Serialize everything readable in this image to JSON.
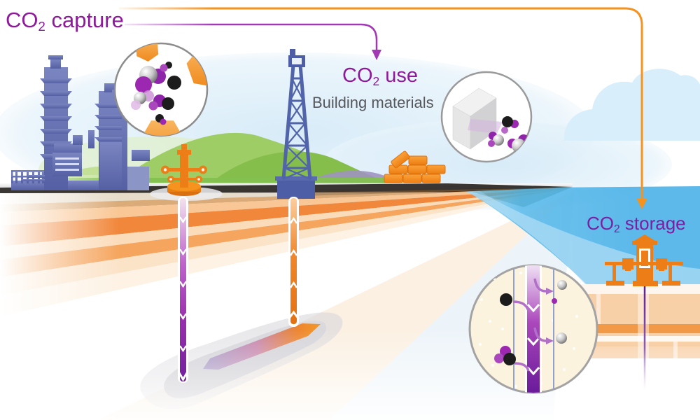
{
  "labels": {
    "capture": {
      "formula": "CO",
      "subscript": "2",
      "text": " capture"
    },
    "use": {
      "formula": "CO",
      "subscript": "2",
      "text": " use"
    },
    "use_caption": "Building materials",
    "storage": {
      "formula": "CO",
      "subscript": "2",
      "text": " storage"
    }
  },
  "colors": {
    "heading_purple": "#8E1A9B",
    "caption_gray": "#56575B",
    "flow_purple_arrow": "#A238B4",
    "flow_orange_arrow": "#F6921E",
    "structure_blue": "#5E6DB3",
    "water_blue": "#58B9EA",
    "hill_green": "#8FC453",
    "strata_orange": "#F1873B",
    "seafloor_tan": "#F8D0A8",
    "inset_cream": "#FBF3DE",
    "co2_purple": "#9C27B0",
    "co2_black": "#1C1C1C",
    "equipment_orange": "#ED7D17"
  },
  "icons": {
    "capture_inset": "co2-molecules-and-capture-solvent",
    "use_inset": "concrete-block-co2-mineralization",
    "storage_inset": "injection-well-pore-storage",
    "bricks": "building-bricks",
    "cloud": "cloud",
    "refinery": "industrial-plant-silhouette",
    "derrick": "drilling-derrick",
    "wellhead": "injection-wellhead",
    "storage_tree": "subsea-storage-wellhead"
  }
}
